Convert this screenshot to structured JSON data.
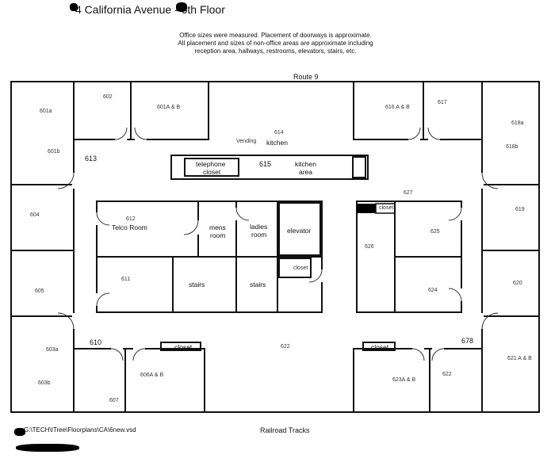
{
  "header": {
    "title": "4 California Avenue - 6th Floor",
    "notes": [
      "Office sizes were measured.  Placement of doorways is approximate.",
      "All placement and sizes of non-office areas are approximate including",
      "reception area, hallways, restrooms, elevators, stairs, etc."
    ]
  },
  "labels": {
    "route": "Route 9",
    "railroad": "Railroad Tracks",
    "file_path": "G:\\TECH\\ITree\\Floorplans\\CA\\6new.vsd"
  },
  "rooms": {
    "r601a": "601a",
    "r601b": "601b",
    "r602": "602",
    "r601ab": "601A & B",
    "r616ab": "616 A & B",
    "r617": "617",
    "r618a": "618a",
    "r618b": "618b",
    "r613": "613",
    "r614": "614",
    "vending": "Vending",
    "kitchen": "kitchen",
    "telephone": "telephone",
    "closet_tel": "closet",
    "r615": "615",
    "kitchen2": "kitchen",
    "area": "area",
    "r604": "604",
    "r612": "612",
    "telco": "Telco Room",
    "mens1": "mens",
    "mens2": "room",
    "ladies1": "ladies",
    "ladies2": "room",
    "elevator": "elevator",
    "closet_elev": "closet",
    "r627": "627",
    "closet_blk": "closet",
    "r626": "626",
    "r625": "625",
    "r619": "619",
    "r605": "605",
    "r611": "611",
    "stairs1": "stairs",
    "stairs2": "stairs",
    "r624": "624",
    "r620": "620",
    "r610": "610",
    "closet_l": "closet",
    "r622": "622",
    "closet_r": "closet",
    "r678": "678",
    "r603a": "603a",
    "r603b": "603b",
    "r606ab": "606A & B",
    "r607": "607",
    "r623ab": "623A & B",
    "r622b": "622",
    "r621ab": "621 A & B"
  },
  "colors": {
    "wall": "#111111",
    "ink": "#111111",
    "faint": "#444444"
  }
}
